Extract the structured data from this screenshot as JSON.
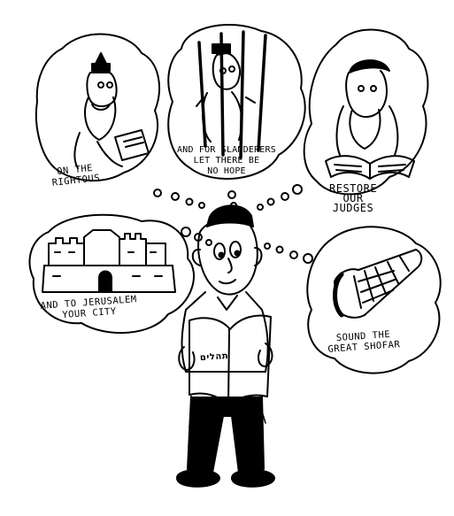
{
  "bubbles": {
    "righteous": {
      "lines": [
        "ON THE",
        "RIGHTOUS"
      ]
    },
    "slanderers": {
      "lines": [
        "AND FOR SLANDERERS",
        "LET THERE BE",
        "NO HOPE"
      ]
    },
    "judges": {
      "lines": [
        "RESTORE",
        "OUR",
        "JUDGES"
      ]
    },
    "jerusalem": {
      "lines": [
        "AND TO JERUSALEM",
        "YOUR CITY"
      ]
    },
    "shofar": {
      "lines": [
        "SOUND THE",
        "GREAT SHOFAR"
      ]
    }
  },
  "book_label": "תהלים",
  "colors": {
    "ink": "#000000",
    "paper": "#ffffff"
  }
}
